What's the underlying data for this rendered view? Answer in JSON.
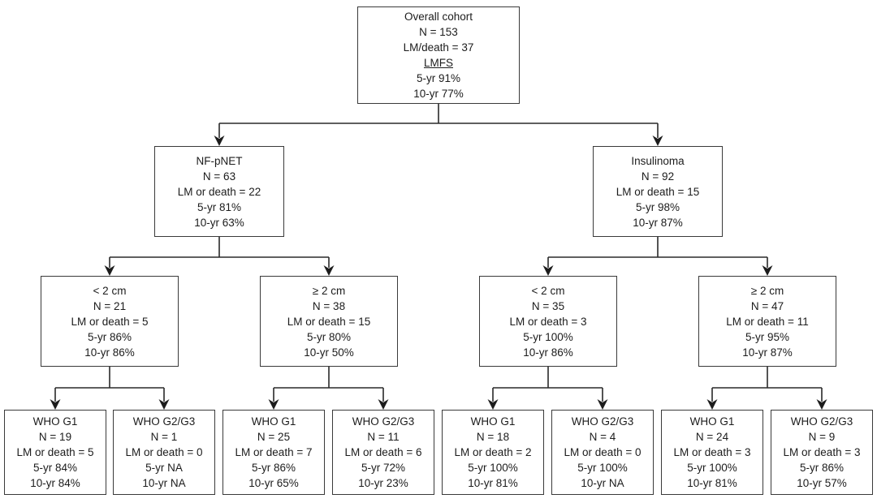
{
  "figure": {
    "background": "#ffffff",
    "line_color": "#2a2a2a",
    "border_color": "#3a3a3a",
    "text_color": "#1c1c1c"
  },
  "nodes": {
    "overall": {
      "title": "Overall cohort",
      "n": "N = 153",
      "events": "LM/death = 37",
      "lmfs_heading": "LMFS",
      "yr5": "5-yr 91%",
      "yr10": "10-yr 77%"
    },
    "nf": {
      "title": "NF-pNET",
      "n": "N = 63",
      "events": "LM or death = 22",
      "yr5": "5-yr 81%",
      "yr10": "10-yr 63%"
    },
    "ins": {
      "title": "Insulinoma",
      "n": "N = 92",
      "events": "LM or death = 15",
      "yr5": "5-yr 98%",
      "yr10": "10-yr 87%"
    },
    "nf_small": {
      "title": "< 2 cm",
      "n": "N = 21",
      "events": "LM or death = 5",
      "yr5": "5-yr 86%",
      "yr10": "10-yr 86%"
    },
    "nf_large": {
      "title": "≥ 2 cm",
      "n": "N = 38",
      "events": "LM or death = 15",
      "yr5": "5-yr 80%",
      "yr10": "10-yr 50%"
    },
    "ins_small": {
      "title": "< 2 cm",
      "n": "N = 35",
      "events": "LM or death = 3",
      "yr5": "5-yr 100%",
      "yr10": "10-yr 86%"
    },
    "ins_large": {
      "title": "≥ 2 cm",
      "n": "N = 47",
      "events": "LM or death = 11",
      "yr5": "5-yr 95%",
      "yr10": "10-yr 87%"
    },
    "nf_small_g1": {
      "title": "WHO G1",
      "n": "N = 19",
      "events": "LM or death = 5",
      "yr5": "5-yr 84%",
      "yr10": "10-yr 84%"
    },
    "nf_small_g23": {
      "title": "WHO G2/G3",
      "n": "N = 1",
      "events": "LM or death = 0",
      "yr5": "5-yr NA",
      "yr10": "10-yr NA"
    },
    "nf_large_g1": {
      "title": "WHO G1",
      "n": "N = 25",
      "events": "LM or death = 7",
      "yr5": "5-yr 86%",
      "yr10": "10-yr 65%"
    },
    "nf_large_g23": {
      "title": "WHO G2/G3",
      "n": "N = 11",
      "events": "LM or death = 6",
      "yr5": "5-yr 72%",
      "yr10": "10-yr 23%"
    },
    "ins_small_g1": {
      "title": "WHO G1",
      "n": "N = 18",
      "events": "LM or death = 2",
      "yr5": "5-yr 100%",
      "yr10": "10-yr 81%"
    },
    "ins_small_g23": {
      "title": "WHO G2/G3",
      "n": "N = 4",
      "events": "LM or death = 0",
      "yr5": "5-yr 100%",
      "yr10": "10-yr NA"
    },
    "ins_large_g1": {
      "title": "WHO G1",
      "n": "N = 24",
      "events": "LM or death = 3",
      "yr5": "5-yr 100%",
      "yr10": "10-yr 81%"
    },
    "ins_large_g23": {
      "title": "WHO G2/G3",
      "n": "N = 9",
      "events": "LM or death = 3",
      "yr5": "5-yr 86%",
      "yr10": "10-yr 57%"
    }
  }
}
